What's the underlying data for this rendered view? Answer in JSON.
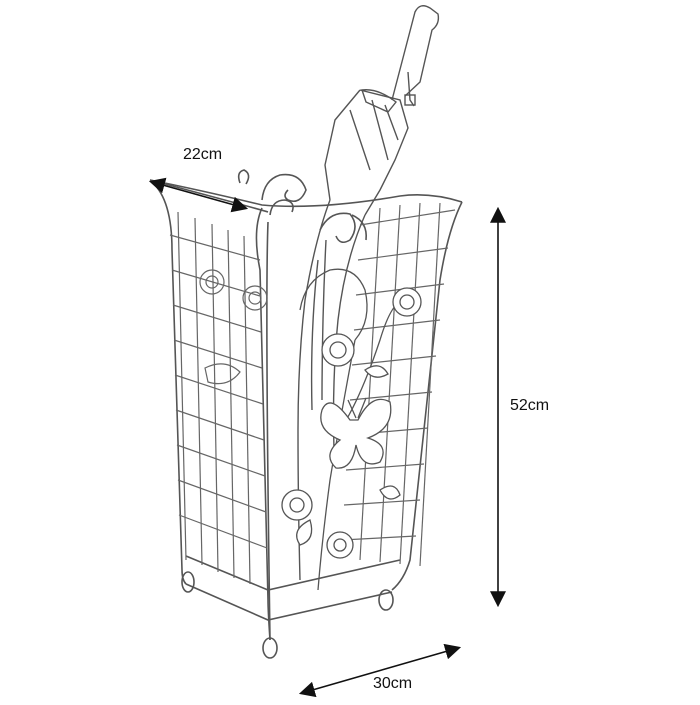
{
  "dimensions": {
    "width": "22cm",
    "height": "52cm",
    "depth": "30cm"
  },
  "colors": {
    "line": "#555555",
    "arrow": "#111111",
    "background": "#ffffff"
  }
}
